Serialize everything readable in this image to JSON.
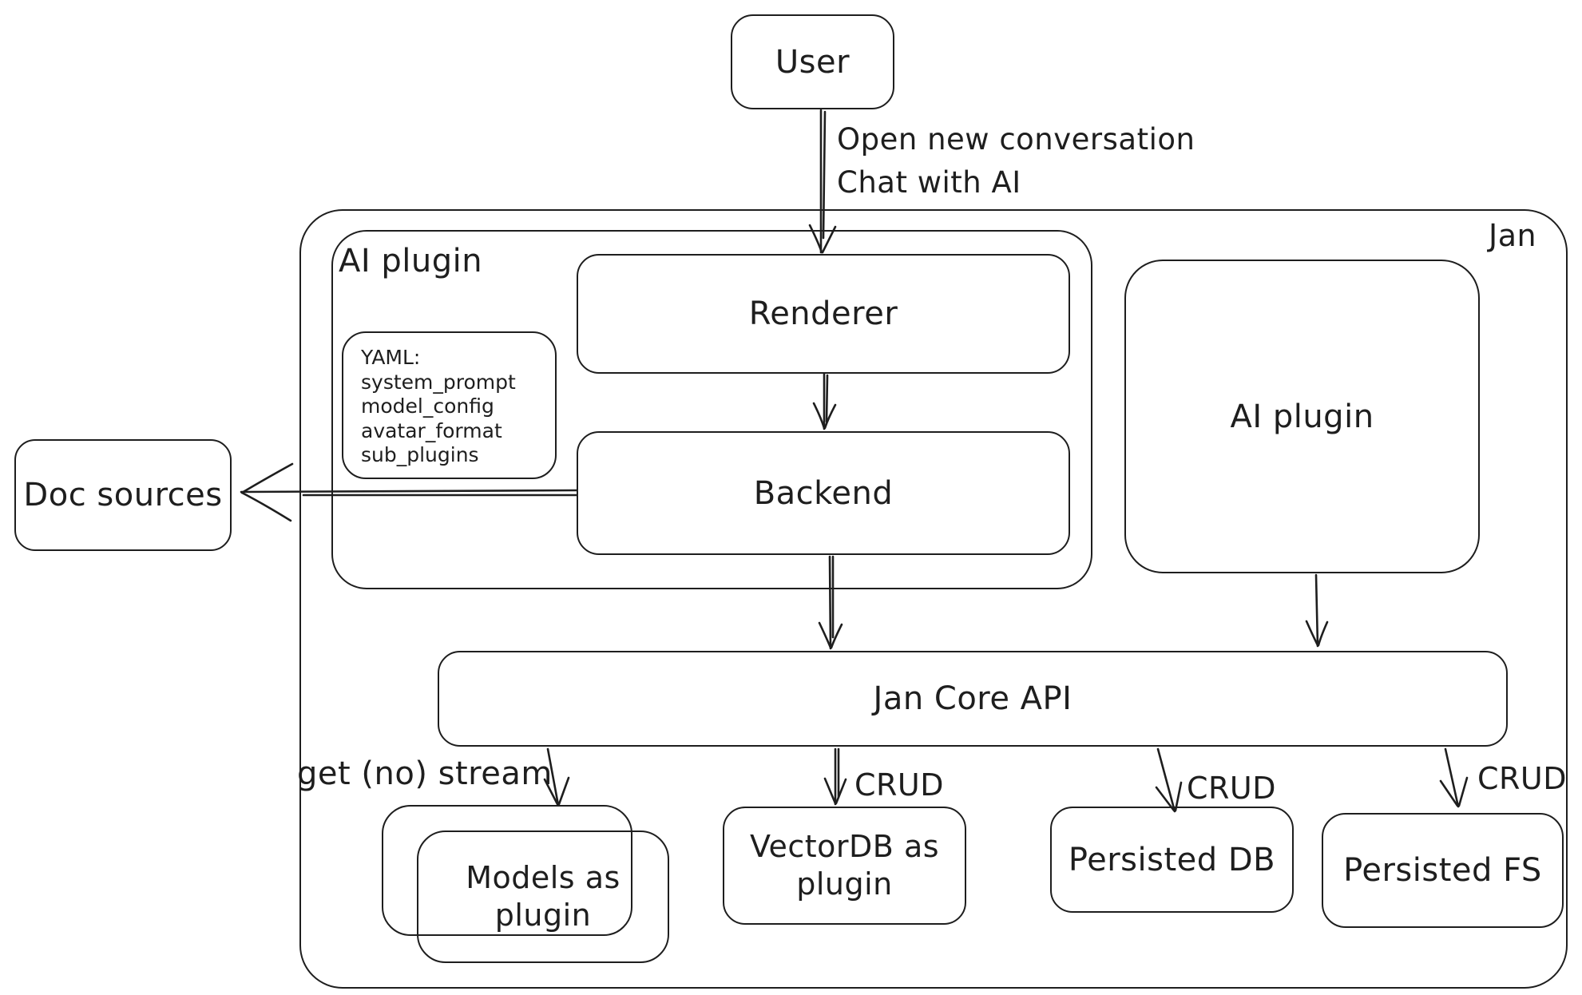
{
  "canvas": {
    "background": "#ffffff",
    "stroke": "#1e1e1e"
  },
  "nodes": {
    "user": {
      "label": "User"
    },
    "jan": {
      "label": "Jan"
    },
    "ai_plugin_left": {
      "label": "AI plugin"
    },
    "renderer": {
      "label": "Renderer"
    },
    "yaml": {
      "lines": [
        "YAML:",
        "system_prompt",
        "model_config",
        "avatar_format",
        "sub_plugins"
      ]
    },
    "backend": {
      "label": "Backend"
    },
    "ai_plugin_right": {
      "label": "AI plugin"
    },
    "doc_sources": {
      "label": "Doc sources"
    },
    "jan_core_api": {
      "label": "Jan Core API"
    },
    "models_as_plugin": {
      "label": "Models as plugin"
    },
    "vectordb_as_plugin": {
      "label": "VectorDB as plugin"
    },
    "persisted_db": {
      "label": "Persisted DB"
    },
    "persisted_fs": {
      "label": "Persisted FS"
    }
  },
  "edges": {
    "user_to_renderer": {
      "label": "Open new conversation\nChat with AI"
    },
    "core_to_models": {
      "label": "get (no) stream"
    },
    "core_to_vectordb": {
      "label": "CRUD"
    },
    "core_to_persisted_db": {
      "label": "CRUD"
    },
    "core_to_persisted_fs": {
      "label": "CRUD"
    }
  }
}
